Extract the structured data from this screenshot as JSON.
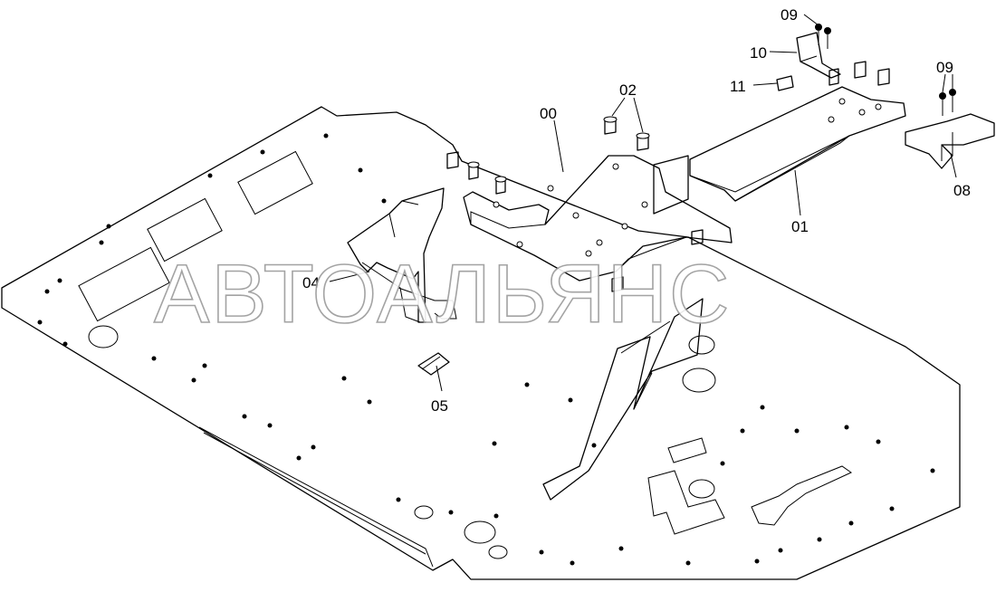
{
  "watermark": "АВТОАЛЬЯНС",
  "callouts": {
    "c00": "00",
    "c01": "01",
    "c02": "02",
    "c04": "04",
    "c05": "05",
    "c08": "08",
    "c09a": "09",
    "c09b": "09",
    "c10": "10",
    "c11": "11"
  }
}
